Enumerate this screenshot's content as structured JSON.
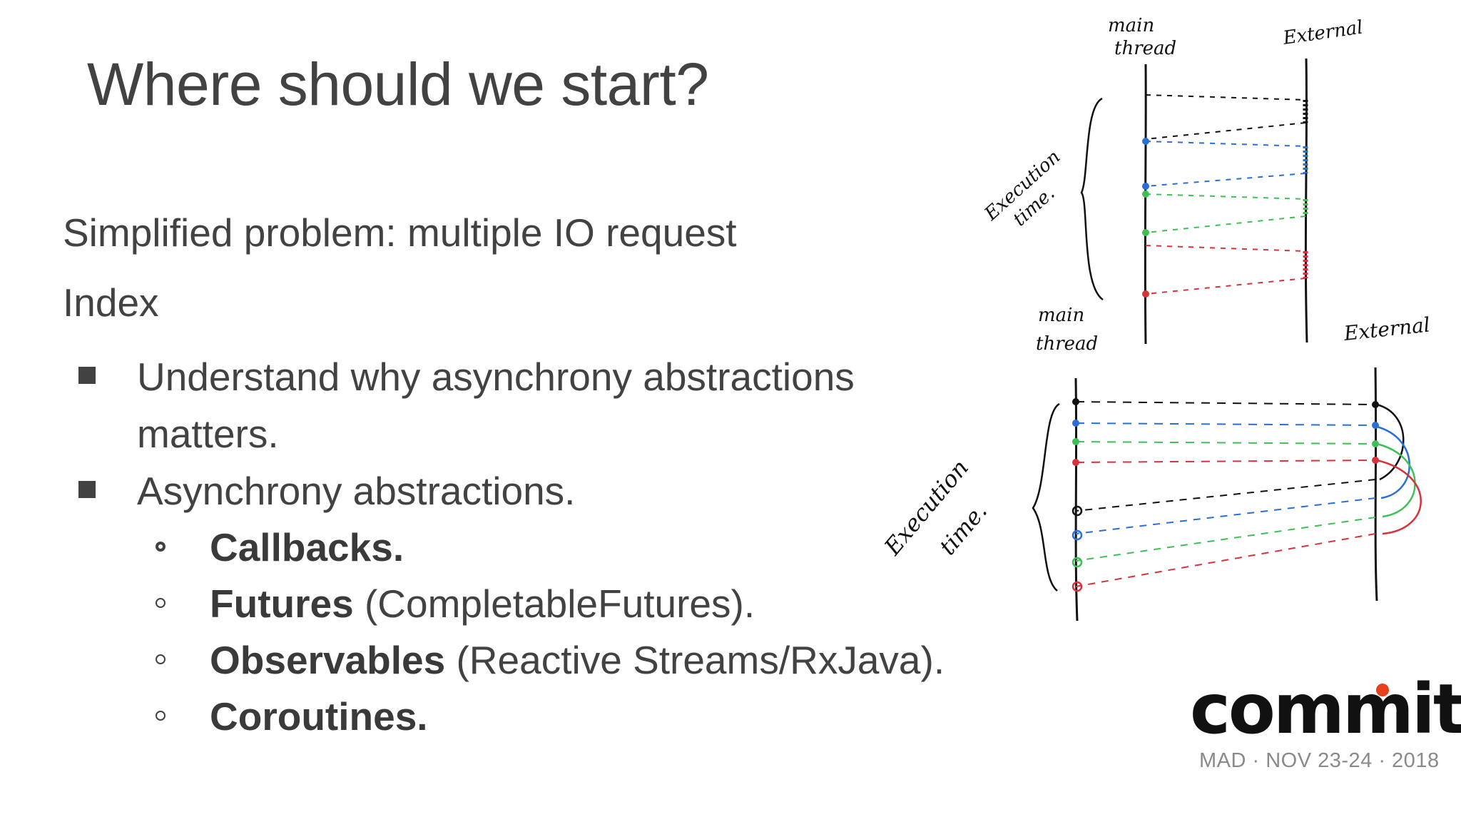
{
  "slide": {
    "title": "Where should we start?",
    "subtitle": "Simplified problem: multiple IO request",
    "index_label": "Index",
    "bullets": [
      {
        "text": "Understand why asynchrony abstractions matters."
      },
      {
        "text": "Asynchrony abstractions."
      }
    ],
    "sub_bullets": [
      {
        "bold": "Callbacks.",
        "rest": ""
      },
      {
        "bold": "Futures",
        "rest": " (CompletableFutures)."
      },
      {
        "bold": "Observables",
        "rest": " (Reactive Streams/RxJava)."
      },
      {
        "bold": "Coroutines.",
        "rest": ""
      }
    ]
  },
  "sketch": {
    "top_left_label_1": "main",
    "top_left_label_2": "thread",
    "top_right_label": "External",
    "top_brace_label_1": "Execution",
    "top_brace_label_2": "time.",
    "bottom_left_label_1": "main",
    "bottom_left_label_2": "thread",
    "bottom_right_label": "External",
    "bottom_brace_label_1": "Execution",
    "bottom_brace_label_2": "time.",
    "colors": {
      "black": "#111111",
      "blue": "#2a6fd6",
      "green": "#3fbf55",
      "red": "#d8323c"
    }
  },
  "branding": {
    "logo_text": "commit",
    "event_text": "MAD · NOV 23-24 · 2018",
    "logo_dot_color": "#e8401c"
  }
}
